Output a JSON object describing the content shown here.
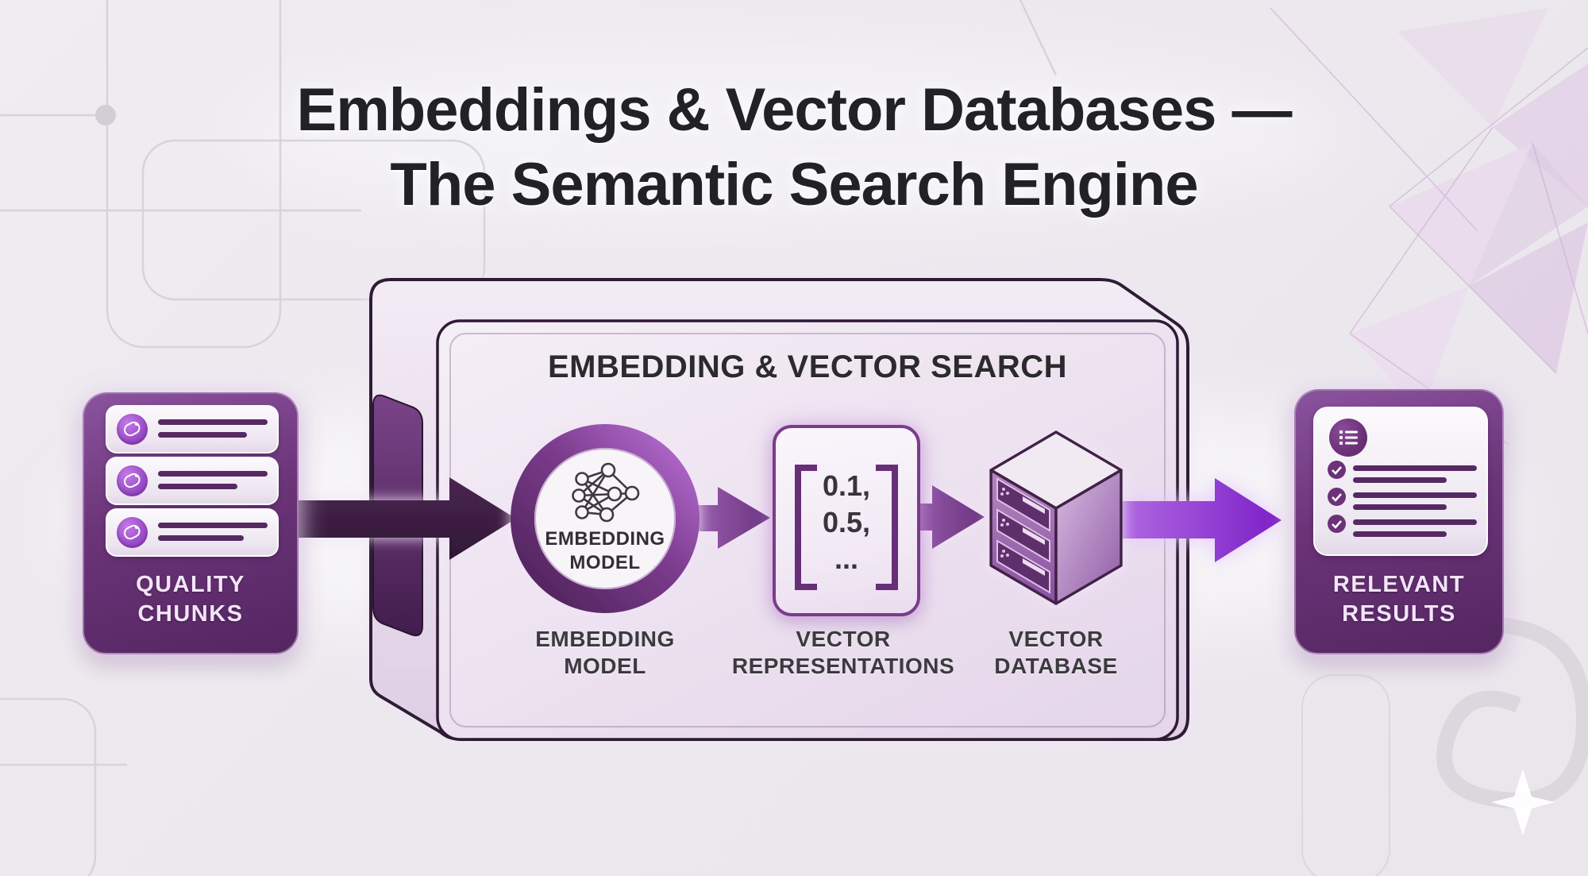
{
  "title": {
    "line1": "Embeddings & Vector Databases —",
    "line2": "The Semantic Search Engine"
  },
  "pipeline": {
    "input_card": {
      "label_line1": "QUALITY",
      "label_line2": "CHUNKS",
      "rows": 3,
      "row_icon": "tag-icon"
    },
    "box": {
      "header": "EMBEDDING & VECTOR SEARCH",
      "embedding_model": {
        "circle_label_line1": "EMBEDDING",
        "circle_label_line2": "MODEL",
        "caption_line1": "EMBEDDING",
        "caption_line2": "MODEL",
        "icon": "neural-network-icon"
      },
      "vector_representations": {
        "values": [
          "0.1,",
          "0.5,",
          "..."
        ],
        "caption_line1": "VECTOR",
        "caption_line2": "REPRESENTATIONS"
      },
      "vector_database": {
        "caption_line1": "VECTOR",
        "caption_line2": "DATABASE",
        "icon": "database-cube-icon"
      }
    },
    "output_card": {
      "label_line1": "RELEVANT",
      "label_line2": "RESULTS",
      "rows": 3,
      "row_icon": "check-icon",
      "header_icon": "checklist-icon"
    },
    "arrows": [
      "input-arrow",
      "model-to-vectors-arrow",
      "vectors-to-database-arrow",
      "output-arrow"
    ]
  },
  "colors": {
    "background": "#ece9ee",
    "title_text": "#222226",
    "purple_dark": "#5c2a68",
    "purple_card": "#6b3478",
    "purple_border": "#7b3b8c",
    "purple_bright": "#8a2be2",
    "dark_arrow": "#3d2143",
    "line_on_card": "#562963",
    "caption_text": "#3b3b3e"
  }
}
